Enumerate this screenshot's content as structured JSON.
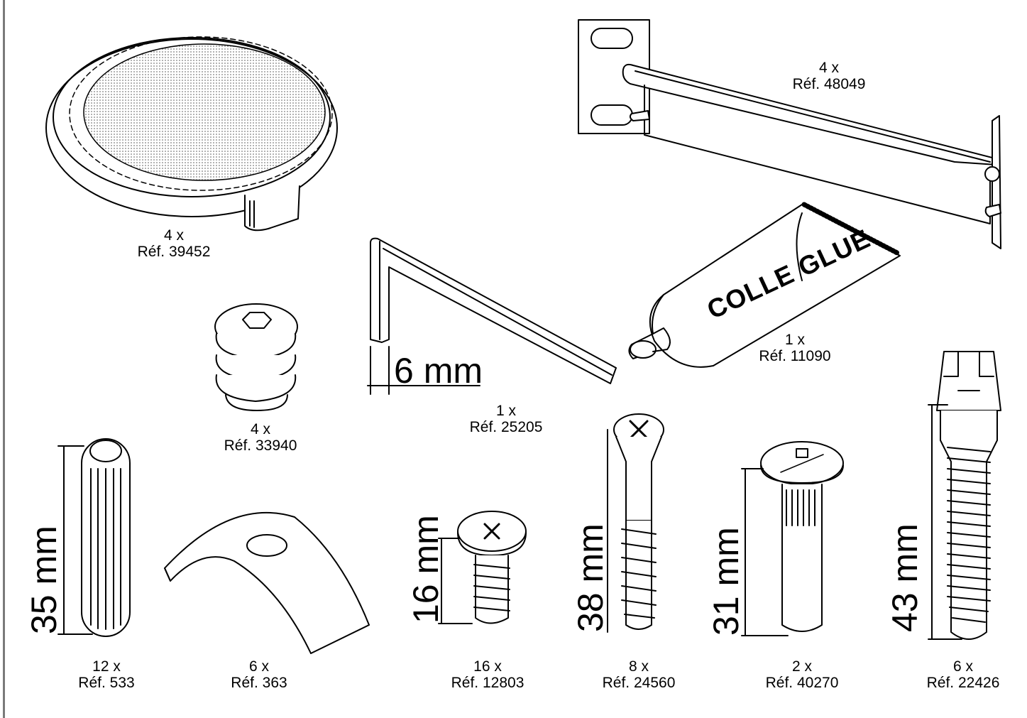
{
  "parts": [
    {
      "id": "cap",
      "qty": "4 x",
      "ref": "Réf. 39452"
    },
    {
      "id": "bracket",
      "qty": "4 x",
      "ref": "Réf. 48049"
    },
    {
      "id": "hexkey",
      "qty": "1 x",
      "ref": "Réf. 25205",
      "dim": "6 mm"
    },
    {
      "id": "glue",
      "qty": "1 x",
      "ref": "Réf. 11090",
      "label": "COLLE GLUE"
    },
    {
      "id": "insert",
      "qty": "4 x",
      "ref": "Réf. 33940"
    },
    {
      "id": "dowel",
      "qty": "12 x",
      "ref": "Réf. 533",
      "dim": "35 mm"
    },
    {
      "id": "clip",
      "qty": "6 x",
      "ref": "Réf. 363"
    },
    {
      "id": "screw16",
      "qty": "16 x",
      "ref": "Réf. 12803",
      "dim": "16 mm"
    },
    {
      "id": "screw38",
      "qty": "8 x",
      "ref": "Réf. 24560",
      "dim": "38 mm"
    },
    {
      "id": "connector",
      "qty": "2 x",
      "ref": "Réf. 40270",
      "dim": "31 mm"
    },
    {
      "id": "bolt",
      "qty": "6 x",
      "ref": "Réf. 22426",
      "dim": "43 mm"
    }
  ]
}
